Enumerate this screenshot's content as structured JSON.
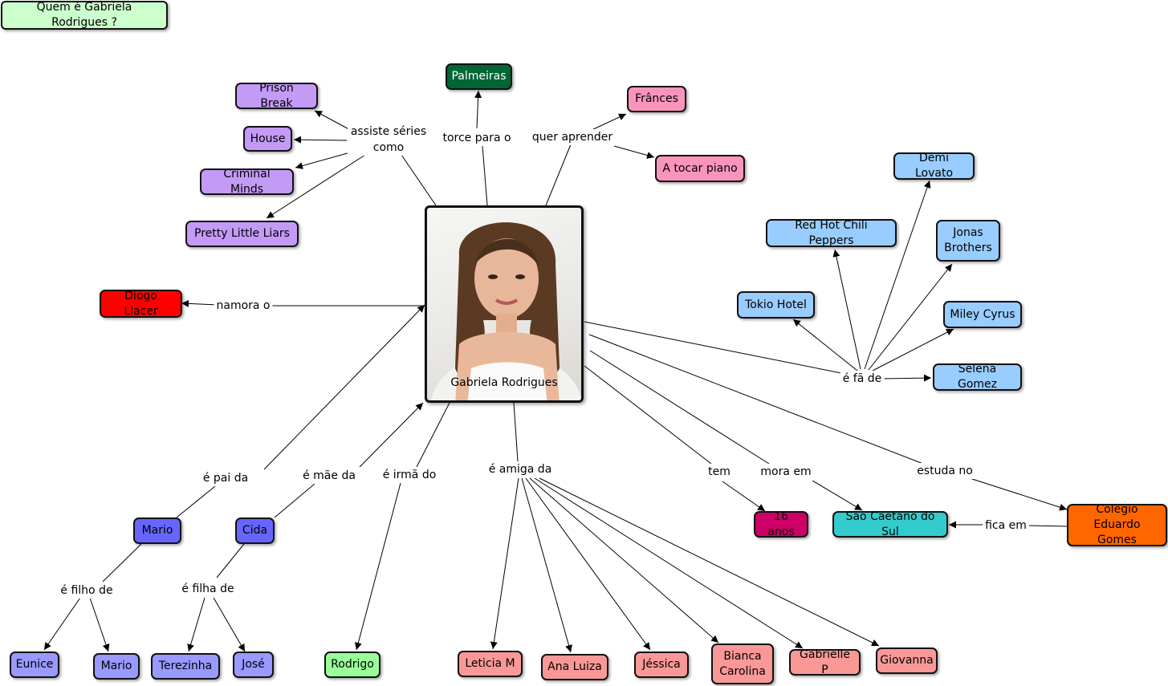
{
  "title": "Quem é Gabriela Rodrigues ?",
  "center": {
    "caption": "Gabriela Rodrigues"
  },
  "colors": {
    "title_bg": "#ccffcc",
    "series": "#c39bf7",
    "palmeiras": "#006633",
    "pink": "#f995bd",
    "blue": "#99ccff",
    "red": "#ff0000",
    "purple_blue": "#6666ff",
    "lavender": "#9999ff",
    "green_light": "#99ff99",
    "salmon": "#fa9898",
    "magenta": "#cc0066",
    "teal": "#33cccc",
    "orange": "#ff6600"
  },
  "nodes": {
    "prison_break": "Prison Break",
    "house": "House",
    "criminal_minds": "Criminal Minds",
    "pretty_little_liars": "Pretty Little Liars",
    "palmeiras": "Palmeiras",
    "frances": "Frânces",
    "piano": "A tocar piano",
    "demi_lovato": "Demi Lovato",
    "rhcp": "Red Hot Chili Peppers",
    "jonas_brothers": "Jonas Brothers",
    "tokio_hotel": "Tokio Hotel",
    "miley_cyrus": "Miley Cyrus",
    "selena_gomez": "Selena Gomez",
    "diogo_llacer": "Diogo Llacer",
    "mario_father": "Mario",
    "cida": "Cida",
    "eunice": "Eunice",
    "mario_son": "Mario",
    "terezinha": "Terezinha",
    "jose": "José",
    "rodrigo": "Rodrigo",
    "leticia": "Leticia M",
    "ana_luiza": "Ana Luiza",
    "jessica": "Jéssica",
    "bianca": "Bianca Carolina",
    "gabrielle": "Gabrielle P",
    "giovanna": "Giovanna",
    "age": "16 anos",
    "sao_caetano": "São Caetano do Sul",
    "colegio": "Colegio Eduardo Gomes"
  },
  "relations": {
    "assiste": "assiste séries como",
    "torce": "torce para o",
    "quer_aprender": "quer aprender",
    "fa_de": "é fã de",
    "namora": "namora o",
    "pai": "é pai da",
    "mae": "é mãe da",
    "irma": "é irmã do",
    "amiga": "é amiga da",
    "tem": "tem",
    "mora": "mora em",
    "estuda": "estuda no",
    "fica": "fica em",
    "filho": "é filho de",
    "filha": "é filha de"
  }
}
